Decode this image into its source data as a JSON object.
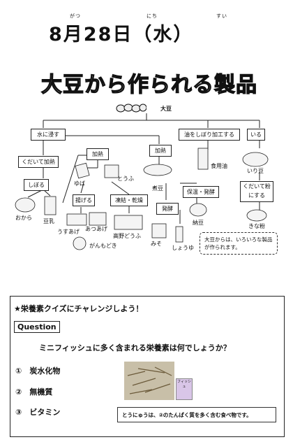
{
  "header": {
    "date": "8月28日（水）",
    "ruby_month": "がつ",
    "ruby_day": "にち",
    "ruby_weekday": "すい"
  },
  "diagram": {
    "title": "大豆から作られる製品",
    "root": "大豆",
    "steps": {
      "soak": "水に浸す",
      "boil_strain": "くだいて加熱",
      "squeeze": "しぼる",
      "heat1": "加熱",
      "heat2": "加熱",
      "fry": "揚げる",
      "freeze_dry": "凍結・乾燥",
      "press_oil": "油をしぼり加工する",
      "roast": "いる",
      "grind": "くだいて粉にする",
      "keep_ferment": "保温・発酵",
      "ferment": "発酵"
    },
    "products": {
      "okara": "おから",
      "soymilk": "豆乳",
      "yuba": "ゆば",
      "tofu": "とうふ",
      "usuage": "うすあげ",
      "atsuage": "あつあげ",
      "koya_tofu": "高野どうふ",
      "ganmodoki": "がんもどき",
      "nimame": "煮豆",
      "miso": "みそ",
      "shoyu": "しょうゆ",
      "natto": "納豆",
      "oil": "食用油",
      "iri_mame": "いり豆",
      "kinako": "きな粉"
    },
    "note": "大豆からは、いろいろな製品が作られます。"
  },
  "quiz": {
    "heading": "★栄養素クイズにチャレンジしよう！",
    "tag": "Question",
    "question": "ミニフィッシュに多く含まれる栄養素は何でしょうか？",
    "options": [
      "①　炭水化物",
      "②　無機質",
      "③　ビタミン"
    ],
    "package_label": "フィッシュ",
    "answer": "とうにゅうは、②のたんぱく質を多く含む食べ物です。"
  }
}
